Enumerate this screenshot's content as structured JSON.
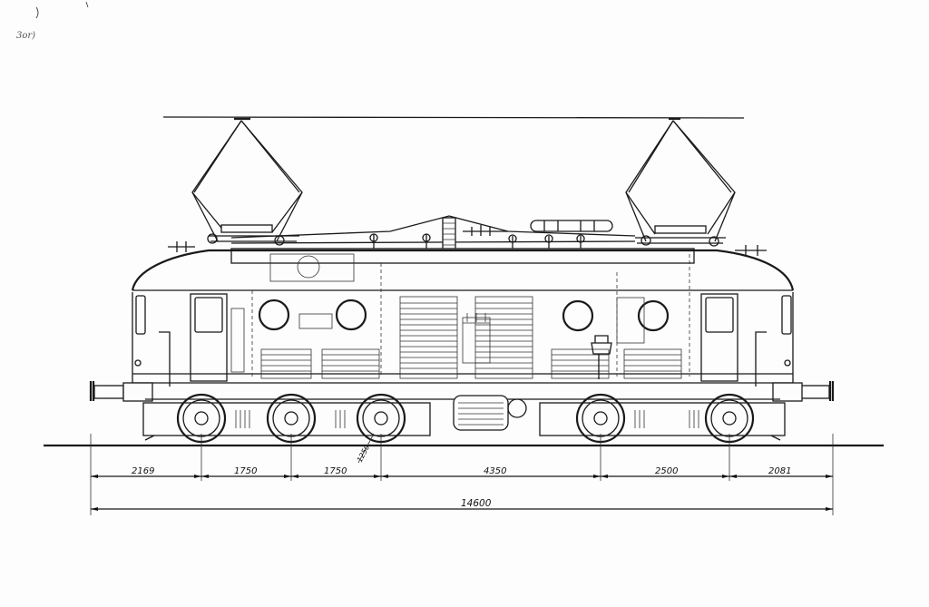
{
  "corner_note": "3or)",
  "dimensions": {
    "segments": [
      "2169",
      "1750",
      "1750",
      "4350",
      "2500",
      "2081"
    ],
    "total": "14600",
    "annotation": "1250"
  }
}
